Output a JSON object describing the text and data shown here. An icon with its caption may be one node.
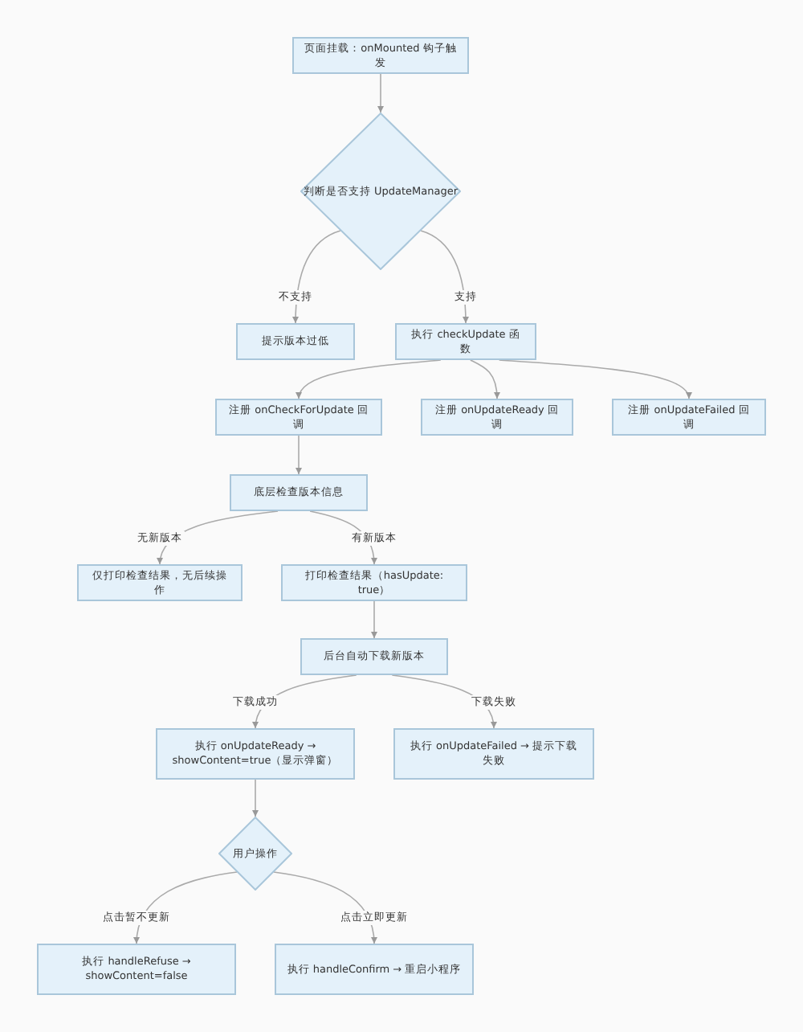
{
  "diagram": {
    "nodes": [
      {
        "text": [
          "页面挂载：onMounted 钩子触发"
        ]
      },
      {
        "text": [
          "判断是否支持 UpdateManager"
        ]
      },
      {
        "text": [
          "提示版本过低"
        ]
      },
      {
        "text": [
          "执行 checkUpdate 函数"
        ]
      },
      {
        "text": [
          "注册 onCheckForUpdate 回调"
        ]
      },
      {
        "text": [
          "注册 onUpdateReady 回调"
        ]
      },
      {
        "text": [
          "注册 onUpdateFailed 回调"
        ]
      },
      {
        "text": [
          "底层检查版本信息"
        ]
      },
      {
        "text": [
          "仅打印检查结果，无后续操作"
        ]
      },
      {
        "text": [
          "打印检查结果（hasUpdate: true）"
        ]
      },
      {
        "text": [
          "后台自动下载新版本"
        ]
      },
      {
        "text": [
          "执行 onUpdateReady → showContent=true（显示弹窗）"
        ]
      },
      {
        "text": [
          "执行 onUpdateFailed → 提示下载失败"
        ]
      },
      {
        "text": [
          "用户操作"
        ]
      },
      {
        "text": [
          "执行 handleRefuse → showContent=false"
        ]
      },
      {
        "text": [
          "执行 handleConfirm → 重启小程序"
        ]
      }
    ],
    "edges": [
      {
        "from": 0,
        "to": 1,
        "arrow": "to"
      },
      {
        "from": 1,
        "to": 2,
        "arrow": "to",
        "label": "不支持"
      },
      {
        "from": 1,
        "to": 3,
        "arrow": "to",
        "label": "支持"
      },
      {
        "from": 3,
        "to": 4,
        "arrow": "to"
      },
      {
        "from": 3,
        "to": 5,
        "arrow": "to"
      },
      {
        "from": 3,
        "to": 6,
        "arrow": "to"
      },
      {
        "from": 4,
        "to": 7,
        "arrow": "to"
      },
      {
        "from": 7,
        "to": 8,
        "arrow": "to",
        "label": "无新版本"
      },
      {
        "from": 7,
        "to": 9,
        "arrow": "to",
        "label": "有新版本"
      },
      {
        "from": 9,
        "to": 10,
        "arrow": "to"
      },
      {
        "from": 10,
        "to": 11,
        "arrow": "to",
        "label": "下载成功"
      },
      {
        "from": 10,
        "to": 12,
        "arrow": "to",
        "label": "下载失败"
      },
      {
        "from": 11,
        "to": 13,
        "arrow": "to"
      },
      {
        "from": 13,
        "to": 14,
        "arrow": "to",
        "label": "点击暂不更新"
      },
      {
        "from": 13,
        "to": 15,
        "arrow": "to",
        "label": "点击立即更新"
      }
    ]
  }
}
